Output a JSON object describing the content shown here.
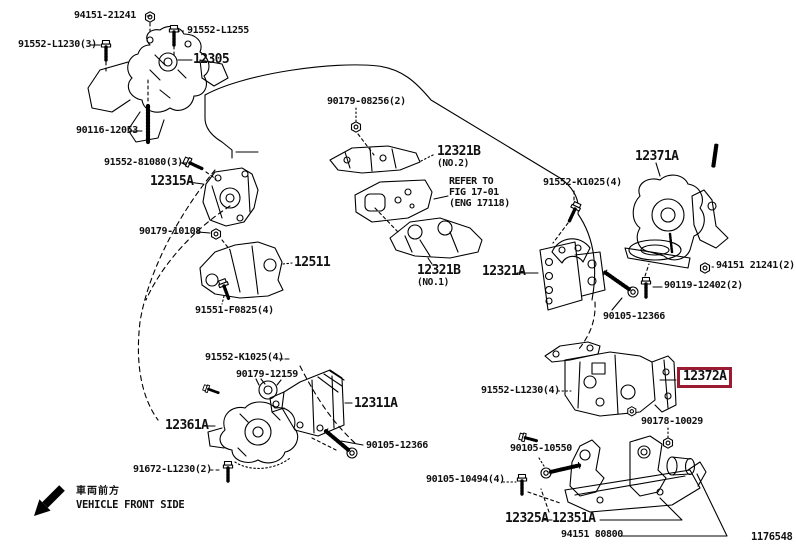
{
  "diagram": {
    "type": "exploded-parts-diagram",
    "subject": "engine mounting",
    "highlighted_part": "12372A"
  },
  "colors": {
    "highlight": "#9b1c32",
    "line": "#000000",
    "background": "#ffffff"
  },
  "callouts": {
    "nut_94151_21241": {
      "text": "94151-21241"
    },
    "bolt_91552_L1255": {
      "text": "91552-L1255"
    },
    "bolt_91552_L1230_3": {
      "text": "91552-L1230(3)"
    },
    "part_12305": {
      "text": "12305"
    },
    "stud_90116_12053": {
      "text": "90116-12053"
    },
    "bolt_91552_81080_3": {
      "text": "91552-81080(3)"
    },
    "part_12315A": {
      "text": "12315A"
    },
    "nut_90179_08256_2": {
      "text": "90179-08256(2)"
    },
    "part_12321B_no2": {
      "text": "12321B",
      "sub": "(NO.2)"
    },
    "nut_90179_10108": {
      "text": "90179-10108"
    },
    "part_12511": {
      "text": "12511"
    },
    "bolt_91551_F0825_4": {
      "text": "91551-F0825(4)"
    },
    "part_12321B_no1": {
      "text": "12321B",
      "sub": "(NO.1)"
    },
    "part_12321A": {
      "text": "12321A"
    },
    "bolt_91552_K1025_4_upper": {
      "text": "91552-K1025(4)"
    },
    "part_12371A": {
      "text": "12371A"
    },
    "nut_94151_21241_2": {
      "text": "94151 21241(2)"
    },
    "bolt_90119_12402_2": {
      "text": "90119-12402(2)"
    },
    "bolt_90105_12366_upper": {
      "text": "90105-12366"
    },
    "bolt_91552_K1025_4_lower": {
      "text": "91552-K1025(4)"
    },
    "cushion_90179_12159": {
      "text": "90179-12159"
    },
    "part_12311A": {
      "text": "12311A"
    },
    "part_12361A": {
      "text": "12361A"
    },
    "bolt_90105_12366_lower": {
      "text": "90105-12366"
    },
    "bolt_91672_L1230_2": {
      "text": "91672-L1230(2)"
    },
    "bolt_91552_L1230_4": {
      "text": "91552-L1230(4)"
    },
    "part_12372A": {
      "text": "12372A"
    },
    "nut_90178_10029": {
      "text": "90178-10029"
    },
    "bolt_90105_10550": {
      "text": "90105-10550"
    },
    "bolt_90105_10494_4": {
      "text": "90105-10494(4)"
    },
    "part_12325A": {
      "text": "12325A"
    },
    "part_12351A": {
      "text": "12351A"
    },
    "nut_94151_80800": {
      "text": "94151 80800"
    }
  },
  "notes": {
    "refer": {
      "line1": "REFER TO",
      "line2": "FIG 17-01",
      "line3": "(ENG 17118)"
    }
  },
  "front_marker": {
    "jp": "車両前方",
    "en": "VEHICLE FRONT SIDE"
  },
  "footer": {
    "figure_code": "1176548"
  }
}
